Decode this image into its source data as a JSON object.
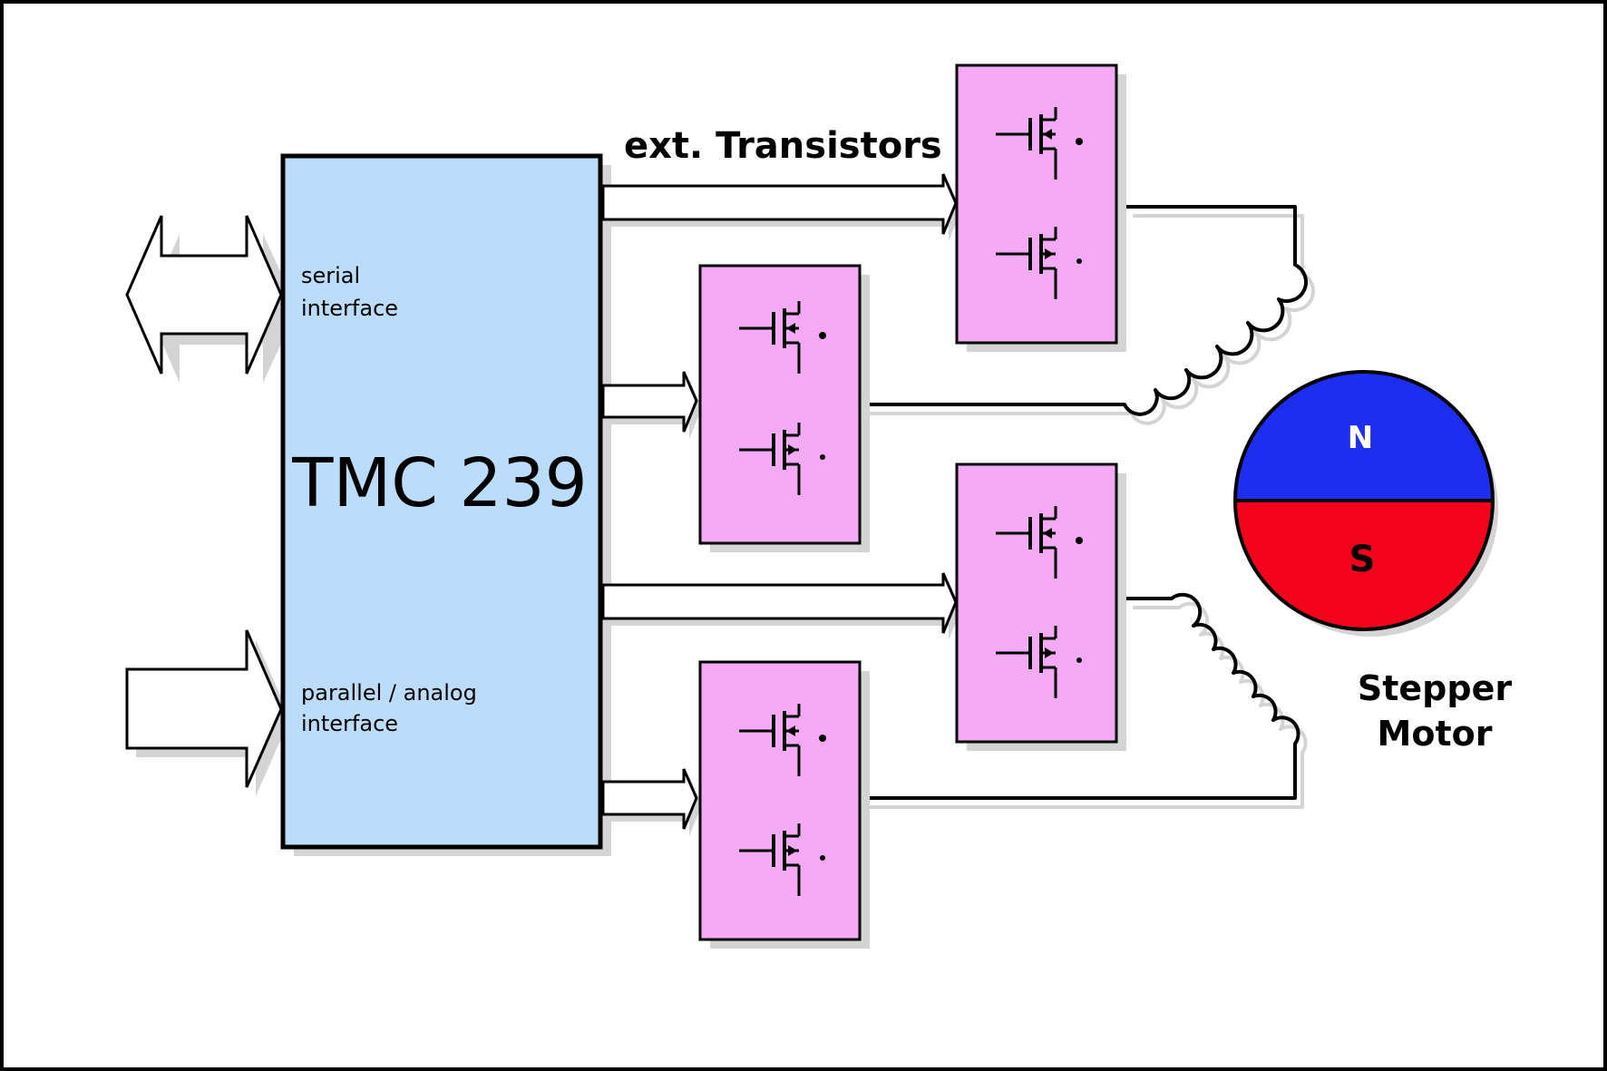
{
  "controller": {
    "name": "TMC 239",
    "fill": "#bcdcfb",
    "serial_label_line1": "serial",
    "serial_label_line2": "interface",
    "parallel_label_line1": "parallel / analog",
    "parallel_label_line2": "interface"
  },
  "transistor_label": "ext. Transistors",
  "driver_fill": "#f5aaf6",
  "motor": {
    "north_label": "N",
    "south_label": "S",
    "north_color": "#1e2ef0",
    "south_color": "#f2021b",
    "caption_line1": "Stepper",
    "caption_line2": "Motor"
  }
}
